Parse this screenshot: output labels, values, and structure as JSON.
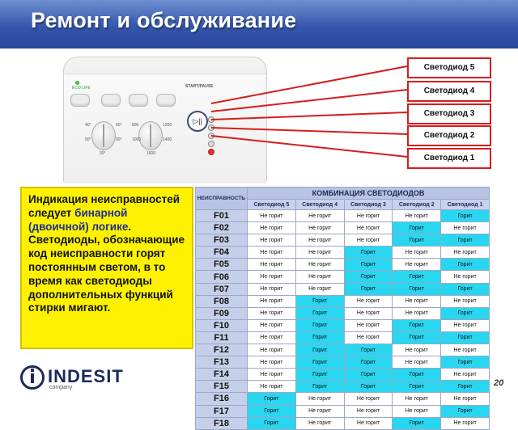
{
  "header": {
    "title": "Ремонт и обслуживание"
  },
  "panel": {
    "eco_label": "ECO LIFE",
    "start_label": "START/PAUSE",
    "start_symbol": "▷||",
    "temp_marks": [
      "40°",
      "50°",
      "60°",
      "90°",
      "30°"
    ],
    "spin_marks": [
      "800",
      "1000",
      "1200",
      "1400",
      "1600"
    ]
  },
  "callouts": [
    "Светодиод 5",
    "Светодиод 4",
    "Светодиод 3",
    "Светодиод 2",
    "Светодиод 1"
  ],
  "info_text": {
    "part1": "Индикация неисправностей следует ",
    "highlight": "бинарной (двоичной) логике",
    "part2": ". Светодиоды, обозначающие код неисправности горят постоянным светом, в то время как светодиоды дополнительных функций стирки мигают."
  },
  "table": {
    "first_header": "НЕИСПРАВНОСТЬ",
    "group_header": "КОМБИНАЦИЯ СВЕТОДИОДОВ",
    "columns": [
      "Светодиод 5",
      "Светодиод 4",
      "Светодиод 3",
      "Светодиод 2",
      "Светодиод 1"
    ],
    "on_text": "Горит",
    "off_text": "Не горит",
    "rows": [
      {
        "code": "F01",
        "leds": [
          0,
          0,
          0,
          0,
          1
        ]
      },
      {
        "code": "F02",
        "leds": [
          0,
          0,
          0,
          1,
          0
        ]
      },
      {
        "code": "F03",
        "leds": [
          0,
          0,
          0,
          1,
          1
        ]
      },
      {
        "code": "F04",
        "leds": [
          0,
          0,
          1,
          0,
          0
        ]
      },
      {
        "code": "F05",
        "leds": [
          0,
          0,
          1,
          0,
          1
        ]
      },
      {
        "code": "F06",
        "leds": [
          0,
          0,
          1,
          1,
          0
        ]
      },
      {
        "code": "F07",
        "leds": [
          0,
          0,
          1,
          1,
          1
        ]
      },
      {
        "code": "F08",
        "leds": [
          0,
          1,
          0,
          0,
          0
        ]
      },
      {
        "code": "F09",
        "leds": [
          0,
          1,
          0,
          0,
          1
        ]
      },
      {
        "code": "F10",
        "leds": [
          0,
          1,
          0,
          1,
          0
        ]
      },
      {
        "code": "F11",
        "leds": [
          0,
          1,
          0,
          1,
          1
        ]
      },
      {
        "code": "F12",
        "leds": [
          0,
          1,
          1,
          0,
          0
        ]
      },
      {
        "code": "F13",
        "leds": [
          0,
          1,
          1,
          0,
          1
        ]
      },
      {
        "code": "F14",
        "leds": [
          0,
          1,
          1,
          1,
          0
        ]
      },
      {
        "code": "F15",
        "leds": [
          0,
          1,
          1,
          1,
          1
        ]
      },
      {
        "code": "F16",
        "leds": [
          1,
          0,
          0,
          0,
          0
        ]
      },
      {
        "code": "F17",
        "leds": [
          1,
          0,
          0,
          0,
          1
        ]
      },
      {
        "code": "F18",
        "leds": [
          1,
          0,
          0,
          1,
          0
        ]
      }
    ]
  },
  "logo": {
    "brand": "INDESIT",
    "sub": "company"
  },
  "page_number": "20",
  "colors": {
    "header": "#3456ac",
    "led_on": "#29d6f0",
    "callout_border": "#d71c1c",
    "textbox": "#fff200"
  }
}
